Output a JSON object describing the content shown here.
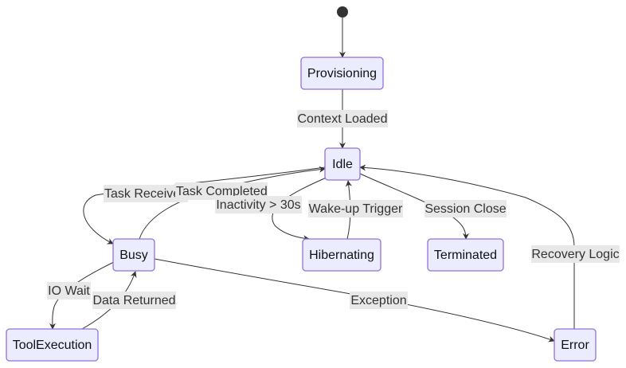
{
  "states": {
    "provisioning": "Provisioning",
    "idle": "Idle",
    "busy": "Busy",
    "hibernating": "Hibernating",
    "terminated": "Terminated",
    "tool_execution": "ToolExecution",
    "error": "Error"
  },
  "transitions": {
    "context_loaded": "Context Loaded",
    "task_received": "Task Received",
    "task_completed": "Task Completed",
    "inactivity": "Inactivity > 30s",
    "wakeup": "Wake-up Trigger",
    "session_close": "Session Close",
    "recovery_logic": "Recovery Logic",
    "io_wait": "IO Wait",
    "data_returned": "Data Returned",
    "exception": "Exception"
  }
}
